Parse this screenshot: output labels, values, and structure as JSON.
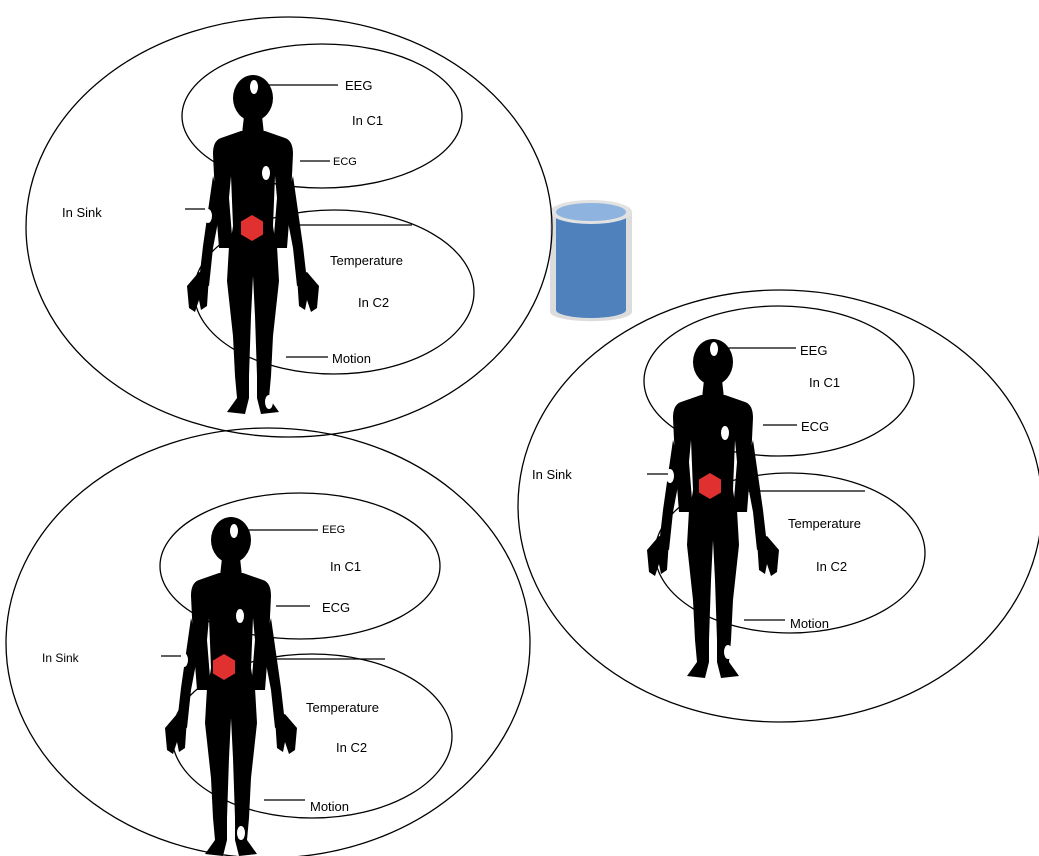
{
  "nodes": [
    {
      "id": "node-a",
      "sink_label": "In Sink",
      "cluster1_label": "In C1",
      "cluster2_label": "In C2",
      "sensors": [
        "EEG",
        "ECG",
        "Temperature",
        "Motion"
      ]
    },
    {
      "id": "node-b",
      "sink_label": "In Sink",
      "cluster1_label": "In C1",
      "cluster2_label": "In C2",
      "sensors": [
        "EEG",
        "ECG",
        "Temperature",
        "Motion"
      ]
    },
    {
      "id": "node-c",
      "sink_label": "In Sink",
      "cluster1_label": "In C1",
      "cluster2_label": "In C2",
      "sensors": [
        "EEG",
        "ECG",
        "Temperature",
        "Motion"
      ]
    }
  ],
  "colors": {
    "silhouette": "#000000",
    "sensor_marker": "#ffffff",
    "sink_hexagon": "#e03030",
    "database_body": "#4f81bd",
    "database_top": "#8fb3df",
    "database_rim": "#c8c8c8"
  },
  "icons": [
    "human-silhouette-icon",
    "hexagon-sink-icon",
    "database-cylinder-icon"
  ]
}
